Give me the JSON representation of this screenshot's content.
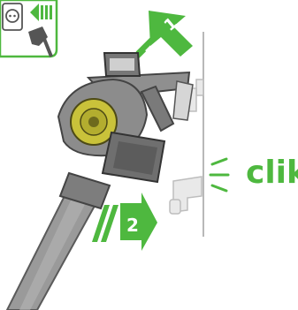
{
  "figure": {
    "type": "instruction-diagram",
    "accent_color": "#4eb83f",
    "step_1_label": "1",
    "step_2_label": "2",
    "sound_label": "clik",
    "icons": [
      "power-socket-icon",
      "unplug-arrow-icon",
      "vacuum-cleaner-icon",
      "wall-mount-bracket-icon"
    ]
  }
}
